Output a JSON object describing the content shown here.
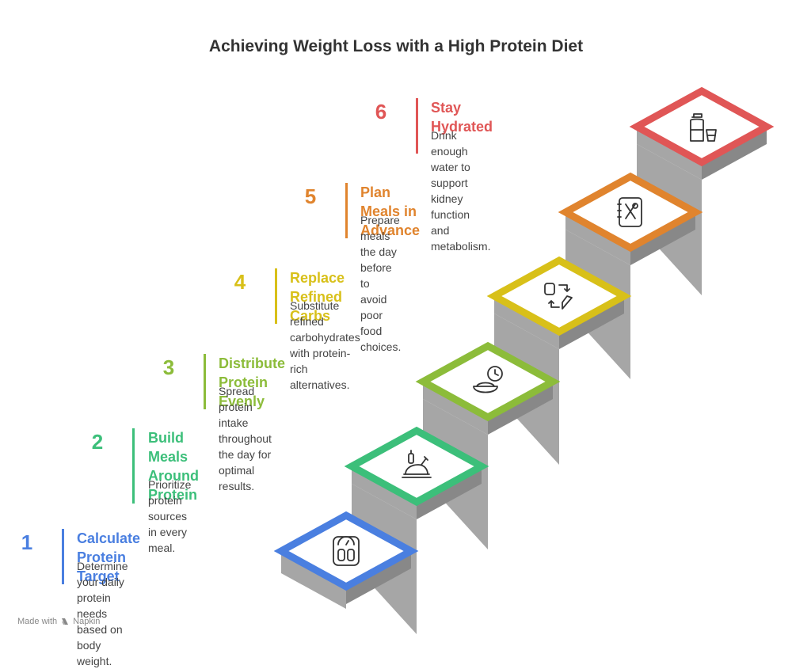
{
  "title": "Achieving Weight Loss with a High Protein Diet",
  "colors": {
    "step1": "#4a7fe0",
    "step2": "#3cbf7a",
    "step3": "#8cbc3a",
    "step4": "#d8c019",
    "step5": "#e0842e",
    "step6": "#e05656",
    "stair_front": "#a6a6a6",
    "stair_side": "#888888",
    "text": "#333333"
  },
  "steps": [
    {
      "number": "1",
      "title_lines": [
        "Calculate Protein Target"
      ],
      "desc_lines": [
        "Determine your daily protein needs",
        "based on body weight."
      ],
      "icon": "scale-icon"
    },
    {
      "number": "2",
      "title_lines": [
        "Build Meals Around",
        "Protein"
      ],
      "desc_lines": [
        "Prioritize protein sources in every",
        "meal."
      ],
      "icon": "roast-chicken-icon"
    },
    {
      "number": "3",
      "title_lines": [
        "Distribute Protein Evenly"
      ],
      "desc_lines": [
        "Spread protein intake throughout",
        "the day for optimal results."
      ],
      "icon": "timed-bowl-icon"
    },
    {
      "number": "4",
      "title_lines": [
        "Replace Refined Carbs"
      ],
      "desc_lines": [
        "Substitute refined carbohydrates",
        "with protein-rich alternatives."
      ],
      "icon": "swap-food-icon"
    },
    {
      "number": "5",
      "title_lines": [
        "Plan Meals in Advance"
      ],
      "desc_lines": [
        "Prepare meals the day before to",
        "avoid poor food choices."
      ],
      "icon": "meal-planner-icon"
    },
    {
      "number": "6",
      "title_lines": [
        "Stay Hydrated"
      ],
      "desc_lines": [
        "Drink enough water to support",
        "kidney function and metabolism."
      ],
      "icon": "water-bottle-icon"
    }
  ],
  "footer": {
    "made_with": "Made with",
    "brand": "Napkin"
  }
}
